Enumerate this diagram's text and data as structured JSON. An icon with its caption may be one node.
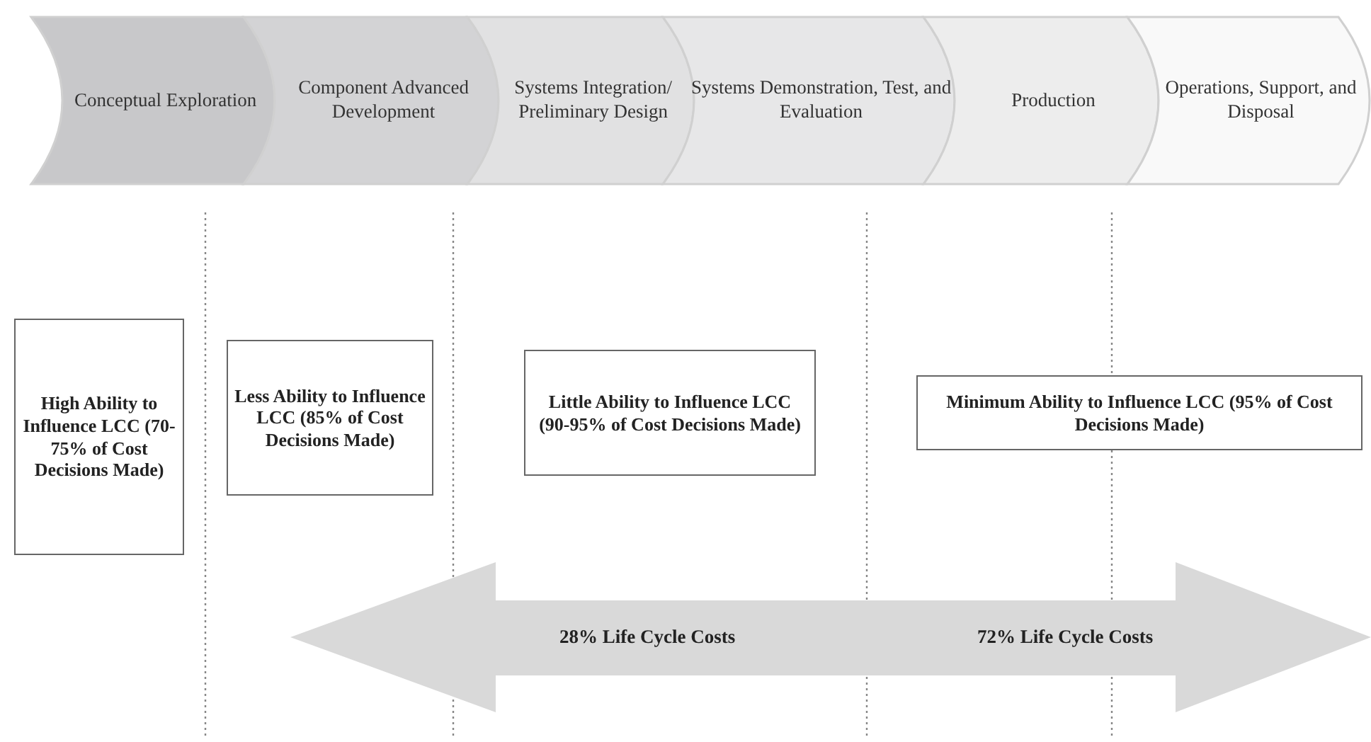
{
  "diagram": {
    "nodes": [
      {
        "text": [
          "Conceptual Exploration"
        ]
      },
      {
        "text": [
          "Component Advanced Development"
        ]
      },
      {
        "text": [
          "Systems Integration/ Preliminary Design"
        ]
      },
      {
        "text": [
          "Systems Demonstration, Test, and Evaluation"
        ]
      },
      {
        "text": [
          "Production"
        ]
      },
      {
        "text": [
          "Operations, Support, and Disposal"
        ]
      },
      {
        "text": [
          "High Ability to Influence LCC (70-75% of Cost Decisions Made)"
        ]
      },
      {
        "text": [
          "Less Ability to Influence LCC (85% of Cost Decisions Made)"
        ]
      },
      {
        "text": [
          "Little Ability to Influence LCC (90-95% of Cost Decisions Made)"
        ]
      },
      {
        "text": [
          "Minimum Ability to Influence LCC (95% of Cost Decisions Made)"
        ]
      }
    ],
    "labels": [
      "28% Life Cycle Costs",
      "72% Life Cycle Costs"
    ]
  }
}
